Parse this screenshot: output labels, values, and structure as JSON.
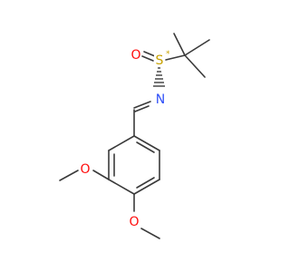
{
  "atoms": {
    "oxygen_sulfinyl": "O",
    "sulfur": "S",
    "sulfur_stereo_mark": "*",
    "nitrogen": "N",
    "oxygen_methoxy_3": "O",
    "oxygen_methoxy_4": "O"
  },
  "colors": {
    "bond": "#3a3a3a",
    "oxygen": "#ff0d0d",
    "nitrogen": "#3050f8",
    "sulfur": "#c8a200",
    "background": "#ffffff"
  }
}
